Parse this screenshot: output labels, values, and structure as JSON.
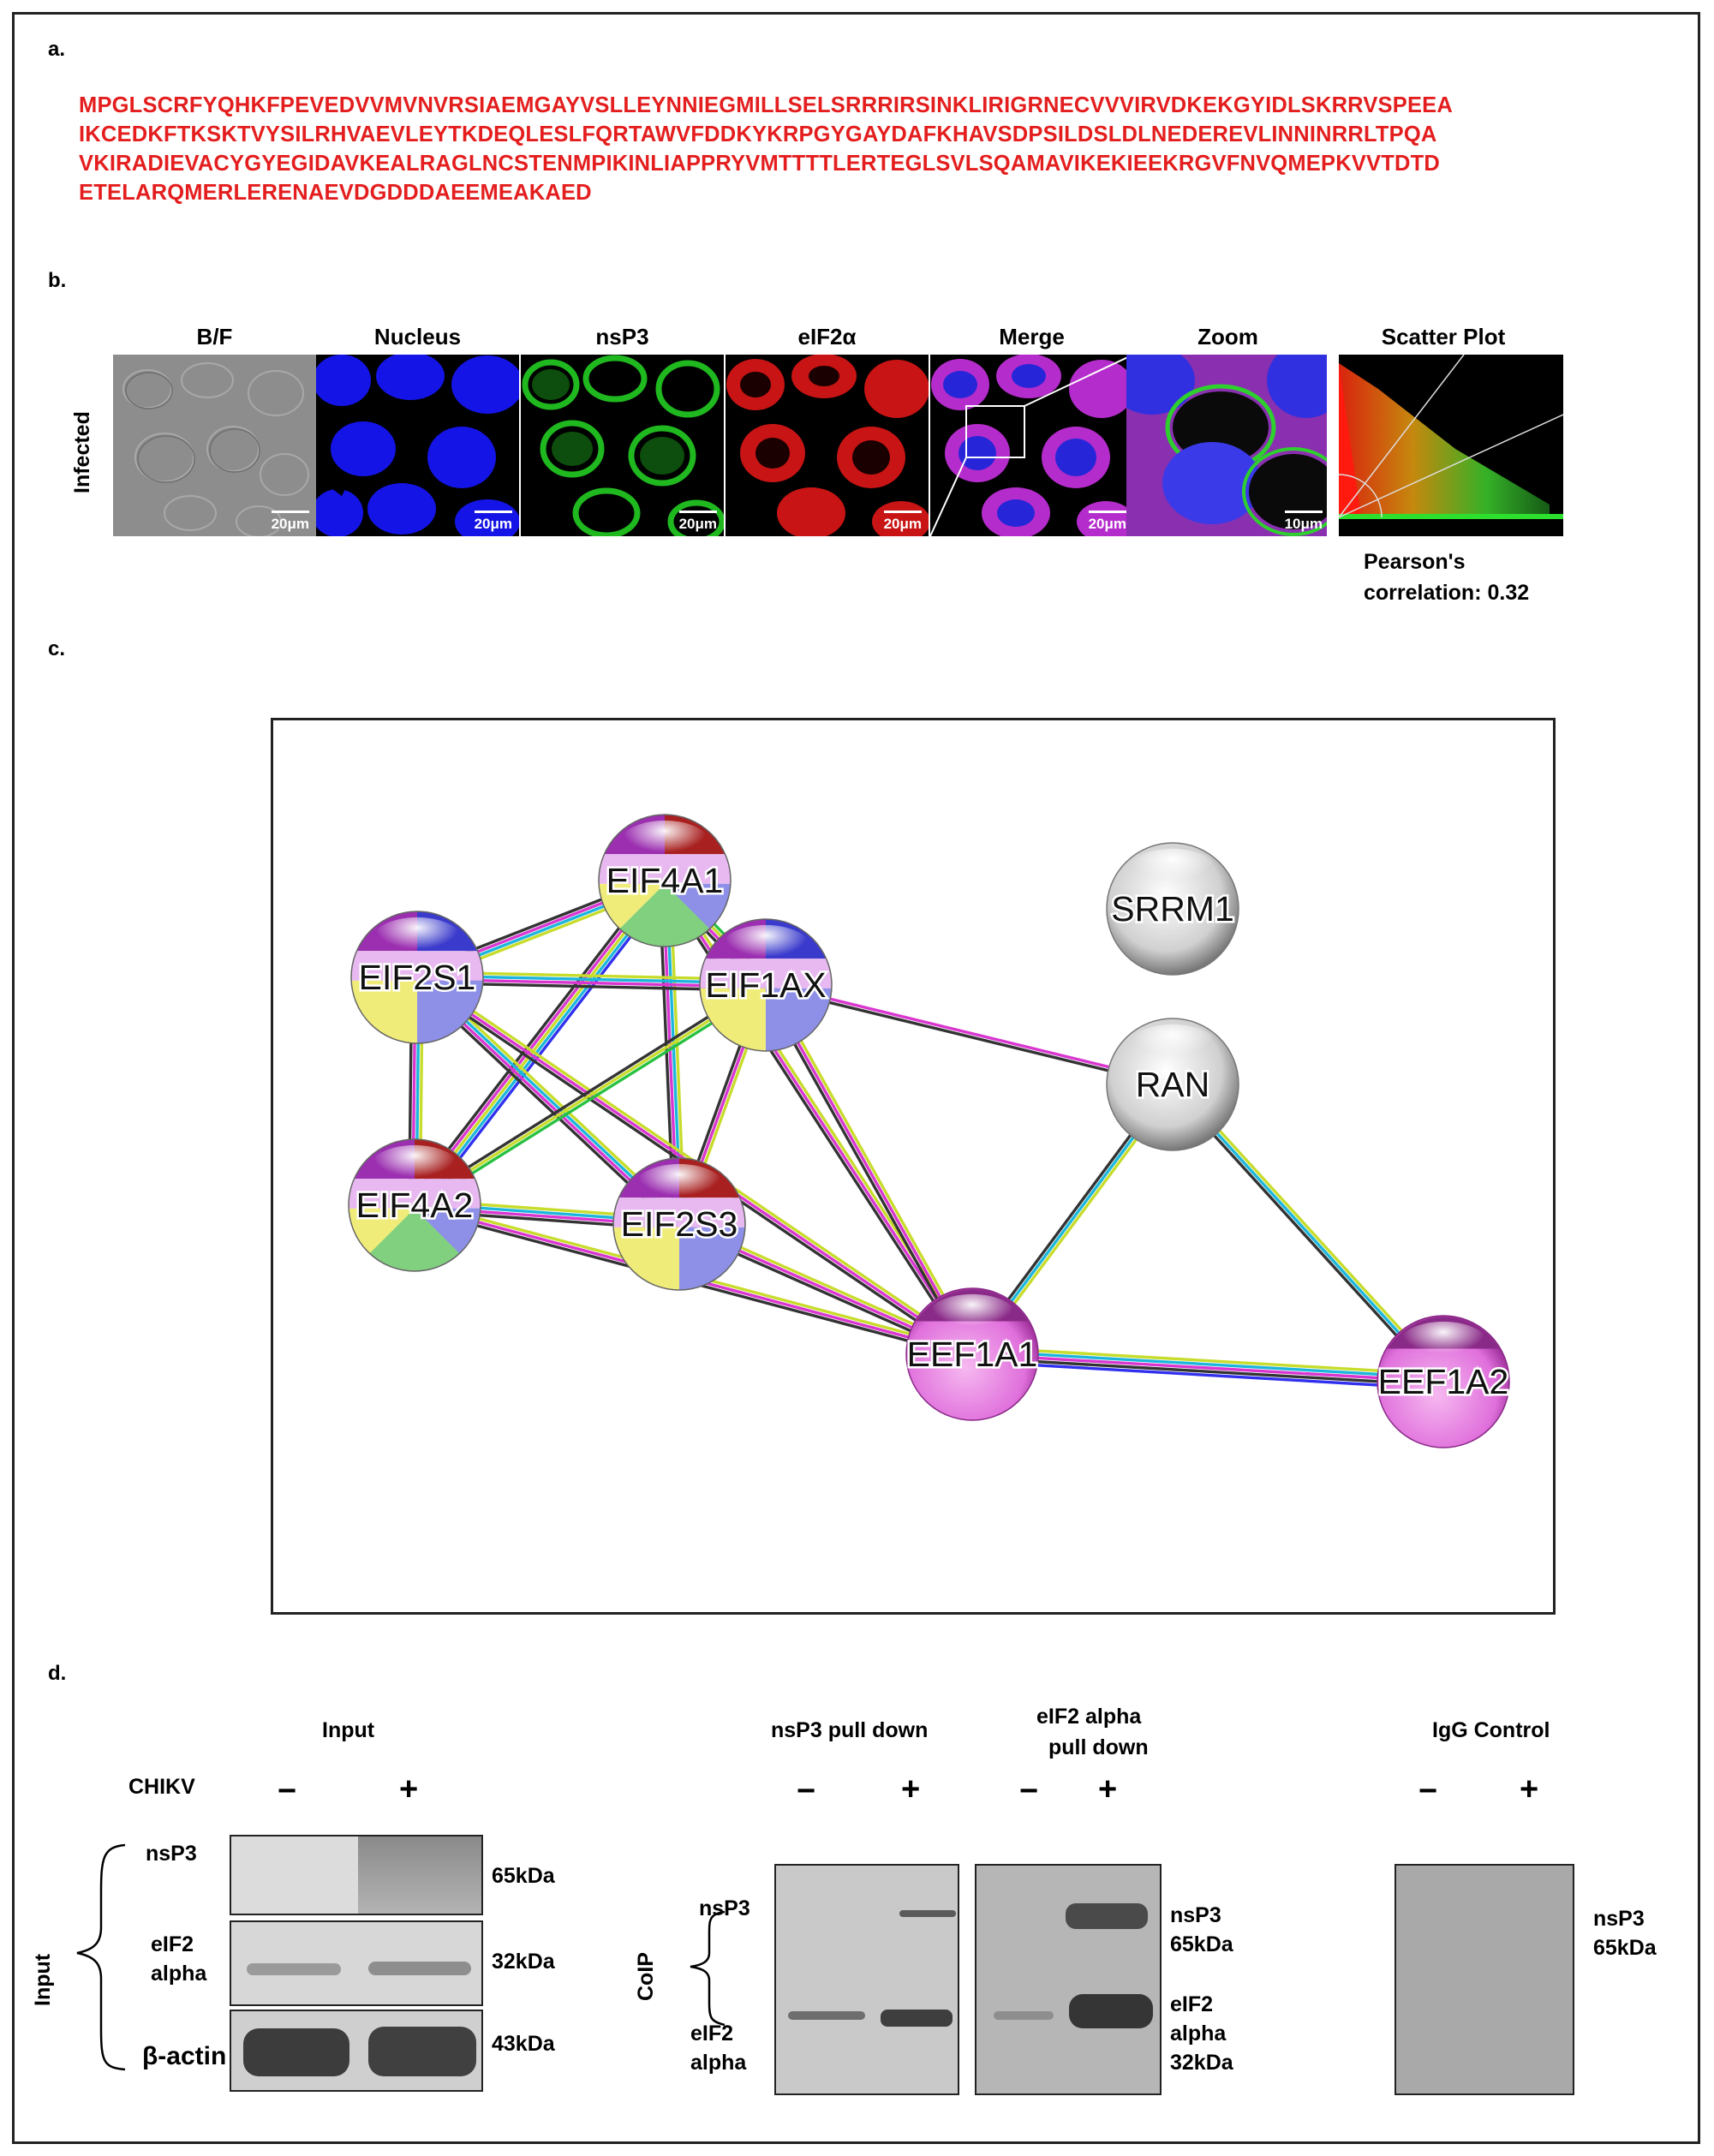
{
  "panel_labels": {
    "a": "a.",
    "b": "b.",
    "c": "c.",
    "d": "d."
  },
  "sequence_lines": [
    "MPGLSCRFYQHKFPEVEDVVMVNVRSIAEMGAYVSLLEYNNIEGMILLSELSRRRIRSINKLIRIGRNECVVVIRVDKEKGYIDLSKRRVSPEEA",
    "IKCEDKFTKSKTVYSILRHVAEVLEYTKDEQLESLFQRTAWVFDDKYKRPGYGAYDAFKHAVSDPSILDSLDLNEDEREVLINNINRRLTPQA",
    "VKIRADIEVACYGYEGIDAVKEALRAGLNCSTENMPIKINLIAPPRYVMTTTTLERTEGLSVLSQAMAVIKEKIEEKRGVFNVQMEPKVVTDTD",
    "ETELARQMERLERENAEVDGDDDAEEMEAKAED"
  ],
  "sequence_color": "#e41e1e",
  "microscopy": {
    "row_label": "Infected",
    "columns": [
      "B/F",
      "Nucleus",
      "nsP3",
      "eIF2α",
      "Merge",
      "Zoom",
      "Scatter Plot"
    ],
    "scale_bars": [
      "20μm",
      "20μm",
      "20μm",
      "20μm",
      "20μm",
      "10μm"
    ],
    "pearson_line1": "Pearson's",
    "pearson_line2": "correlation: 0.32",
    "channel_colors": {
      "nucleus": "#1a1aff",
      "nsp3": "#22cc22",
      "eif2a": "#e81818"
    }
  },
  "network": {
    "nodes": [
      {
        "id": "EIF4A1"
      },
      {
        "id": "EIF2S1"
      },
      {
        "id": "EIF1AX"
      },
      {
        "id": "SRRM1"
      },
      {
        "id": "RAN"
      },
      {
        "id": "EIF4A2"
      },
      {
        "id": "EIF2S3"
      },
      {
        "id": "EEF1A1"
      },
      {
        "id": "EEF1A2"
      }
    ],
    "edges": [
      {
        "a": "EIF4A1",
        "b": "EIF2S1",
        "colors": [
          "#c8dc2c",
          "#1cb6dc",
          "#d936d0",
          "#333333"
        ]
      },
      {
        "a": "EIF4A1",
        "b": "EIF1AX",
        "colors": [
          "#27c142",
          "#c8dc2c",
          "#d936d0",
          "#333333"
        ]
      },
      {
        "a": "EIF4A1",
        "b": "EIF4A2",
        "colors": [
          "#3030ee",
          "#1cb6dc",
          "#c8dc2c",
          "#d936d0",
          "#333333"
        ]
      },
      {
        "a": "EIF4A1",
        "b": "EIF2S3",
        "colors": [
          "#c8dc2c",
          "#1cb6dc",
          "#d936d0",
          "#333333"
        ]
      },
      {
        "a": "EIF4A1",
        "b": "EEF1A1",
        "colors": [
          "#c8dc2c",
          "#d936d0",
          "#333333"
        ]
      },
      {
        "a": "EIF2S1",
        "b": "EIF1AX",
        "colors": [
          "#c8dc2c",
          "#1cb6dc",
          "#d936d0",
          "#333333"
        ]
      },
      {
        "a": "EIF2S1",
        "b": "EIF4A2",
        "colors": [
          "#c8dc2c",
          "#1cb6dc",
          "#d936d0",
          "#333333"
        ]
      },
      {
        "a": "EIF2S1",
        "b": "EIF2S3",
        "colors": [
          "#c8dc2c",
          "#1cb6dc",
          "#d936d0",
          "#333333"
        ]
      },
      {
        "a": "EIF2S1",
        "b": "EEF1A1",
        "colors": [
          "#c8dc2c",
          "#d936d0",
          "#333333"
        ]
      },
      {
        "a": "EIF1AX",
        "b": "EIF4A2",
        "colors": [
          "#27c142",
          "#c8dc2c",
          "#333333"
        ]
      },
      {
        "a": "EIF1AX",
        "b": "EIF2S3",
        "colors": [
          "#c8dc2c",
          "#d936d0",
          "#333333"
        ]
      },
      {
        "a": "EIF1AX",
        "b": "EEF1A1",
        "colors": [
          "#c8dc2c",
          "#d936d0",
          "#333333"
        ]
      },
      {
        "a": "EIF1AX",
        "b": "RAN",
        "colors": [
          "#d936d0",
          "#333333"
        ]
      },
      {
        "a": "EIF4A2",
        "b": "EIF2S3",
        "colors": [
          "#c8dc2c",
          "#1cb6dc",
          "#d936d0",
          "#333333"
        ]
      },
      {
        "a": "EIF4A2",
        "b": "EEF1A1",
        "colors": [
          "#c8dc2c",
          "#d936d0",
          "#333333"
        ]
      },
      {
        "a": "EIF2S3",
        "b": "EEF1A1",
        "colors": [
          "#c8dc2c",
          "#d936d0",
          "#333333"
        ]
      },
      {
        "a": "RAN",
        "b": "EEF1A1",
        "colors": [
          "#c8dc2c",
          "#1cb6dc",
          "#333333"
        ]
      },
      {
        "a": "RAN",
        "b": "EEF1A2",
        "colors": [
          "#c8dc2c",
          "#1cb6dc",
          "#333333"
        ]
      },
      {
        "a": "EEF1A1",
        "b": "EEF1A2",
        "colors": [
          "#c8dc2c",
          "#1cb6dc",
          "#d936d0",
          "#333333",
          "#3030ee"
        ]
      }
    ]
  },
  "western": {
    "input_header": "Input",
    "chikv_label": "CHIKV",
    "minus": "−",
    "plus": "+",
    "input_brace_label": "Input",
    "input_rows": [
      {
        "label": "nsP3",
        "size": "65kDa"
      },
      {
        "label1": "eIF2",
        "label2": "alpha",
        "size": "32kDa"
      },
      {
        "label": "β-actin",
        "size": "43kDa"
      }
    ],
    "nsp3_pulldown_header": "nsP3 pull down",
    "eif2_pulldown_header1": "eIF2 alpha",
    "eif2_pulldown_header2": "pull down",
    "igg_header": "IgG Control",
    "coip_label": "CoIP",
    "coip_nsp3": "nsP3",
    "coip_eif2_1": "eIF2",
    "coip_eif2_2": "alpha",
    "right_nsp3": "nsP3",
    "right_nsp3_size": "65kDa",
    "right_eif2_1": "eIF2",
    "right_eif2_2": "alpha",
    "right_eif2_size": "32kDa",
    "igg_nsp3": "nsP3",
    "igg_nsp3_size": "65kDa"
  }
}
